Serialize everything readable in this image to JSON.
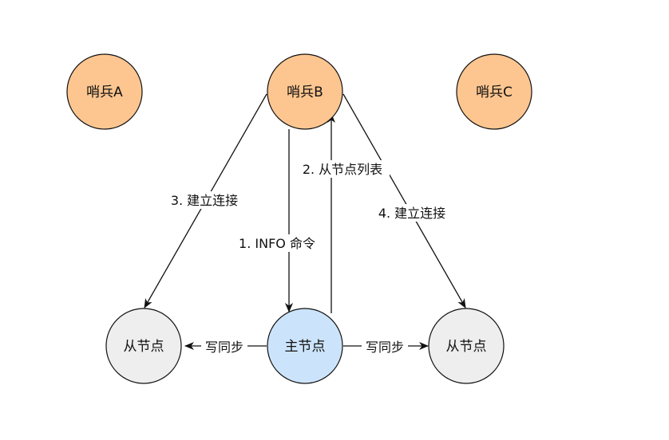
{
  "colors": {
    "sentinel_fill": "#fdc690",
    "sentinel_stroke": "#111111",
    "master_fill": "#cce4fb",
    "slave_fill": "#eeeeee",
    "line": "#111111"
  },
  "nodes": {
    "sentinel_a": {
      "label": "哨兵A"
    },
    "sentinel_b": {
      "label": "哨兵B"
    },
    "sentinel_c": {
      "label": "哨兵C"
    },
    "master": {
      "label": "主节点"
    },
    "slave_left": {
      "label": "从节点"
    },
    "slave_right": {
      "label": "从节点"
    }
  },
  "edges": {
    "info_command": {
      "label": "1. INFO 命令"
    },
    "slave_list": {
      "label": "2. 从节点列表"
    },
    "connect_left": {
      "label": "3. 建立连接"
    },
    "connect_right": {
      "label": "4. 建立连接"
    },
    "sync_left": {
      "label": "写同步"
    },
    "sync_right": {
      "label": "写同步"
    }
  }
}
